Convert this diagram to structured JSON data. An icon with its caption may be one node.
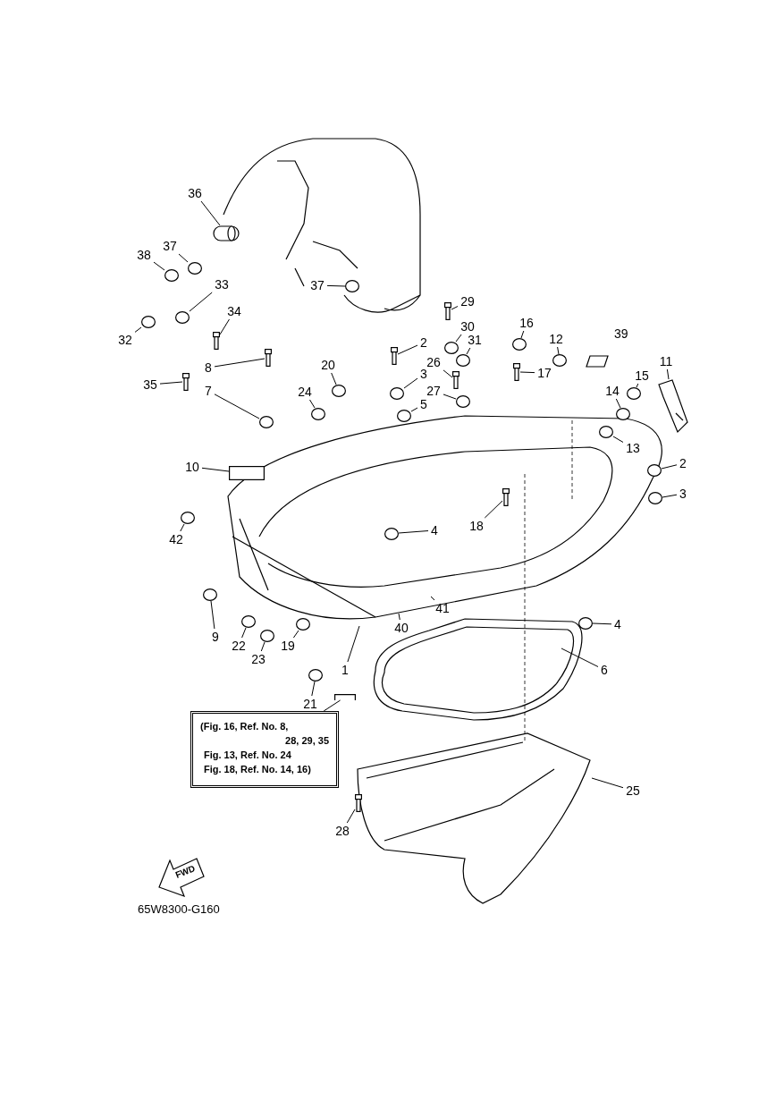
{
  "diagram": {
    "nodes": [
      {
        "text": [
          "36"
        ]
      },
      {
        "text": [
          "37"
        ]
      },
      {
        "text": [
          "38"
        ]
      },
      {
        "text": [
          "33"
        ]
      },
      {
        "text": [
          "37"
        ]
      },
      {
        "text": [
          "29"
        ]
      },
      {
        "text": [
          "34"
        ]
      },
      {
        "text": [
          "16"
        ]
      },
      {
        "text": [
          "30"
        ]
      },
      {
        "text": [
          "12"
        ]
      },
      {
        "text": [
          "31"
        ]
      },
      {
        "text": [
          "32"
        ]
      },
      {
        "text": [
          "2"
        ]
      },
      {
        "text": [
          "26"
        ]
      },
      {
        "text": [
          "11"
        ]
      },
      {
        "text": [
          "20"
        ]
      },
      {
        "text": [
          "8"
        ]
      },
      {
        "text": [
          "17"
        ]
      },
      {
        "text": [
          "3"
        ]
      },
      {
        "text": [
          "15"
        ]
      },
      {
        "text": [
          "35"
        ]
      },
      {
        "text": [
          "7"
        ]
      },
      {
        "text": [
          "14"
        ]
      },
      {
        "text": [
          "24"
        ]
      },
      {
        "text": [
          "27"
        ]
      },
      {
        "text": [
          "5"
        ]
      },
      {
        "text": [
          "13"
        ]
      },
      {
        "text": [
          "2"
        ]
      },
      {
        "text": [
          "10"
        ]
      },
      {
        "text": [
          "3"
        ]
      },
      {
        "text": [
          "18"
        ]
      },
      {
        "text": [
          "4"
        ]
      },
      {
        "text": [
          "42"
        ]
      },
      {
        "text": [
          "41"
        ]
      },
      {
        "text": [
          "4"
        ]
      },
      {
        "text": [
          "40"
        ]
      },
      {
        "text": [
          "9"
        ]
      },
      {
        "text": [
          "19"
        ]
      },
      {
        "text": [
          "22"
        ]
      },
      {
        "text": [
          "23"
        ]
      },
      {
        "text": [
          "6"
        ]
      },
      {
        "text": [
          "1"
        ]
      },
      {
        "text": [
          "21"
        ]
      },
      {
        "text": [
          "(Fig. 16, Ref. No. 8,",
          "28, 29, 35",
          "Fig. 13, Ref. No. 24",
          "Fig. 18, Ref. No. 14, 16)"
        ]
      },
      {
        "text": [
          "25"
        ]
      },
      {
        "text": [
          "28"
        ]
      },
      {
        "text": [],
        "shape": "cylinder"
      },
      {
        "text": [],
        "shape": "circle"
      },
      {
        "text": [],
        "shape": "circle"
      },
      {
        "text": [],
        "shape": "circle"
      },
      {
        "text": [],
        "shape": "circle"
      },
      {
        "text": [],
        "shape": "picture"
      },
      {
        "text": [],
        "shape": "picture"
      },
      {
        "text": [],
        "shape": "circle"
      },
      {
        "text": [],
        "shape": "circle"
      },
      {
        "text": [],
        "shape": "circle"
      },
      {
        "text": [],
        "shape": "circle"
      },
      {
        "text": [],
        "shape": "circle"
      },
      {
        "text": [],
        "shape": "picture"
      },
      {
        "text": [],
        "shape": "picture"
      },
      {
        "text": [],
        "shape": "picture"
      },
      {
        "text": [],
        "shape": "circle"
      },
      {
        "text": [],
        "shape": "picture"
      },
      {
        "text": [],
        "shape": "picture"
      },
      {
        "text": [],
        "shape": "circle"
      },
      {
        "text": [],
        "shape": "circle"
      },
      {
        "text": [],
        "shape": "picture"
      },
      {
        "text": [],
        "shape": "circle"
      },
      {
        "text": [],
        "shape": "circle"
      },
      {
        "text": [],
        "shape": "circle"
      },
      {
        "text": [],
        "shape": "circle"
      },
      {
        "text": [],
        "shape": "circle"
      },
      {
        "text": [],
        "shape": "circle"
      },
      {
        "text": [],
        "shape": "circle"
      },
      {
        "text": [],
        "shape": "box"
      },
      {
        "text": [],
        "shape": "circle"
      },
      {
        "text": [],
        "shape": "picture"
      },
      {
        "text": [],
        "shape": "circle"
      },
      {
        "text": [],
        "shape": "circle"
      },
      {
        "text": [],
        "shape": "circle"
      },
      {
        "text": [],
        "shape": "circle"
      },
      {
        "text": [],
        "shape": "circle"
      },
      {
        "text": [],
        "shape": "circle"
      },
      {
        "text": [],
        "shape": "circle"
      },
      {
        "text": [],
        "shape": "circle"
      },
      {
        "text": [],
        "shape": "picture"
      },
      {
        "text": [],
        "shape": "bar"
      }
    ],
    "edges": [
      {
        "from": 0,
        "to": 46,
        "arrow": "none"
      },
      {
        "from": 1,
        "to": 47,
        "arrow": "none"
      },
      {
        "from": 2,
        "to": 48,
        "arrow": "none"
      },
      {
        "from": 3,
        "to": 49,
        "arrow": "none"
      },
      {
        "from": 4,
        "to": 50,
        "arrow": "none"
      },
      {
        "from": 5,
        "to": 51,
        "arrow": "none"
      },
      {
        "from": 6,
        "to": 52,
        "arrow": "none"
      },
      {
        "from": 7,
        "to": 53,
        "arrow": "none"
      },
      {
        "from": 8,
        "to": 54,
        "arrow": "none"
      },
      {
        "from": 9,
        "to": 55,
        "arrow": "none"
      },
      {
        "from": 10,
        "to": 56,
        "arrow": "none"
      },
      {
        "from": 11,
        "to": 57,
        "arrow": "none"
      },
      {
        "from": 12,
        "to": 58,
        "arrow": "none"
      },
      {
        "from": 13,
        "to": 59,
        "arrow": "none"
      },
      {
        "from": 14,
        "to": 60,
        "arrow": "none"
      },
      {
        "from": 15,
        "to": 61,
        "arrow": "none"
      },
      {
        "from": 16,
        "to": 62,
        "arrow": "none"
      },
      {
        "from": 17,
        "to": 63,
        "arrow": "none"
      },
      {
        "from": 18,
        "to": 64,
        "arrow": "none"
      },
      {
        "from": 19,
        "to": 65,
        "arrow": "none"
      },
      {
        "from": 20,
        "to": 66,
        "arrow": "none"
      },
      {
        "from": 21,
        "to": 67,
        "arrow": "none"
      },
      {
        "from": 22,
        "to": 68,
        "arrow": "none"
      },
      {
        "from": 23,
        "to": 69,
        "arrow": "none"
      },
      {
        "from": 24,
        "to": 70,
        "arrow": "none"
      },
      {
        "from": 25,
        "to": 71,
        "arrow": "none"
      },
      {
        "from": 26,
        "to": 72,
        "arrow": "none"
      },
      {
        "from": 27,
        "to": 73,
        "arrow": "none"
      },
      {
        "from": 28,
        "to": 74,
        "arrow": "none"
      },
      {
        "from": 29,
        "to": 75,
        "arrow": "none"
      },
      {
        "from": 30,
        "to": 76,
        "arrow": "none"
      },
      {
        "from": 31,
        "to": 77,
        "arrow": "none"
      },
      {
        "from": 32,
        "to": 78,
        "arrow": "none"
      },
      {
        "from": 33,
        "to": null,
        "arrow": "none"
      },
      {
        "from": 34,
        "to": 79,
        "arrow": "none"
      },
      {
        "from": 35,
        "to": null,
        "arrow": "none"
      },
      {
        "from": 36,
        "to": 80,
        "arrow": "none"
      },
      {
        "from": 37,
        "to": 81,
        "arrow": "none"
      },
      {
        "from": 38,
        "to": 82,
        "arrow": "none"
      },
      {
        "from": 39,
        "to": 83,
        "arrow": "none"
      },
      {
        "from": 40,
        "to": null,
        "arrow": "none"
      },
      {
        "from": 41,
        "to": null,
        "arrow": "none"
      },
      {
        "from": 42,
        "to": 84,
        "arrow": "none"
      },
      {
        "from": 43,
        "to": 86,
        "arrow": "none"
      },
      {
        "from": 44,
        "to": null,
        "arrow": "none"
      },
      {
        "from": 45,
        "to": 85,
        "arrow": "none"
      }
    ],
    "labels": [
      "39",
      "FWD",
      "65W8300-G160"
    ]
  }
}
